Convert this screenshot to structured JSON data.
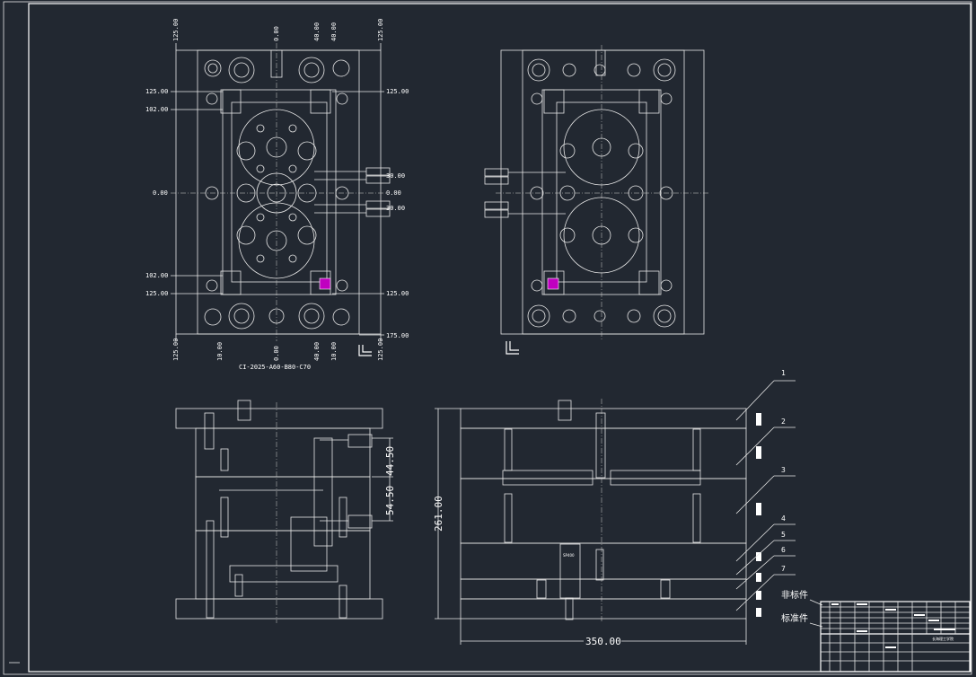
{
  "colors": {
    "background": "#222831",
    "line": "#e8e8e8",
    "highlight": "#c000c0"
  },
  "top_left_view": {
    "dims_top": [
      "125.00",
      "0.00",
      "40.00",
      "40.00",
      "125.00"
    ],
    "dims_bottom": [
      "125.00",
      "10.00",
      "0.00",
      "40.00",
      "10.00",
      "125.00"
    ],
    "dims_left": [
      "125.00",
      "102.00",
      "0.00",
      "102.00",
      "125.00"
    ],
    "dims_right": [
      "125.00",
      "0.00",
      "125.00",
      "175.00"
    ],
    "nozzle_dims": [
      "30.00",
      "30.00"
    ],
    "part_code": "CI-2025-A60-B80-C70"
  },
  "front_view": {
    "dim_a": "44.50",
    "dim_b": "54.50"
  },
  "side_view": {
    "height_dim": "261.00",
    "width_dim": "350.00",
    "callouts": [
      "1",
      "2",
      "3",
      "4",
      "5",
      "6",
      "7"
    ]
  },
  "legend": {
    "non_standard": "非标件",
    "standard": "标准件"
  },
  "title_block": {
    "school": "长海理工学院"
  }
}
